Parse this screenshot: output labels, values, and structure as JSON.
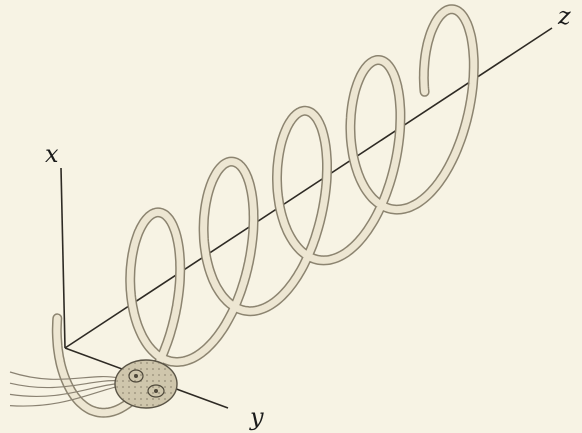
{
  "background_color": "#f7f3e4",
  "axes": {
    "x_label": "x",
    "y_label": "y",
    "z_label": "z",
    "line_color": "#2e2a24"
  },
  "helix": {
    "turns": 5,
    "tube_fill": "#ede6d2",
    "tube_edge": "#8c8470"
  },
  "organism": {
    "cell_fill": "#cfc6ac",
    "texture_color": "#7a7260",
    "flagella_count": 4
  }
}
